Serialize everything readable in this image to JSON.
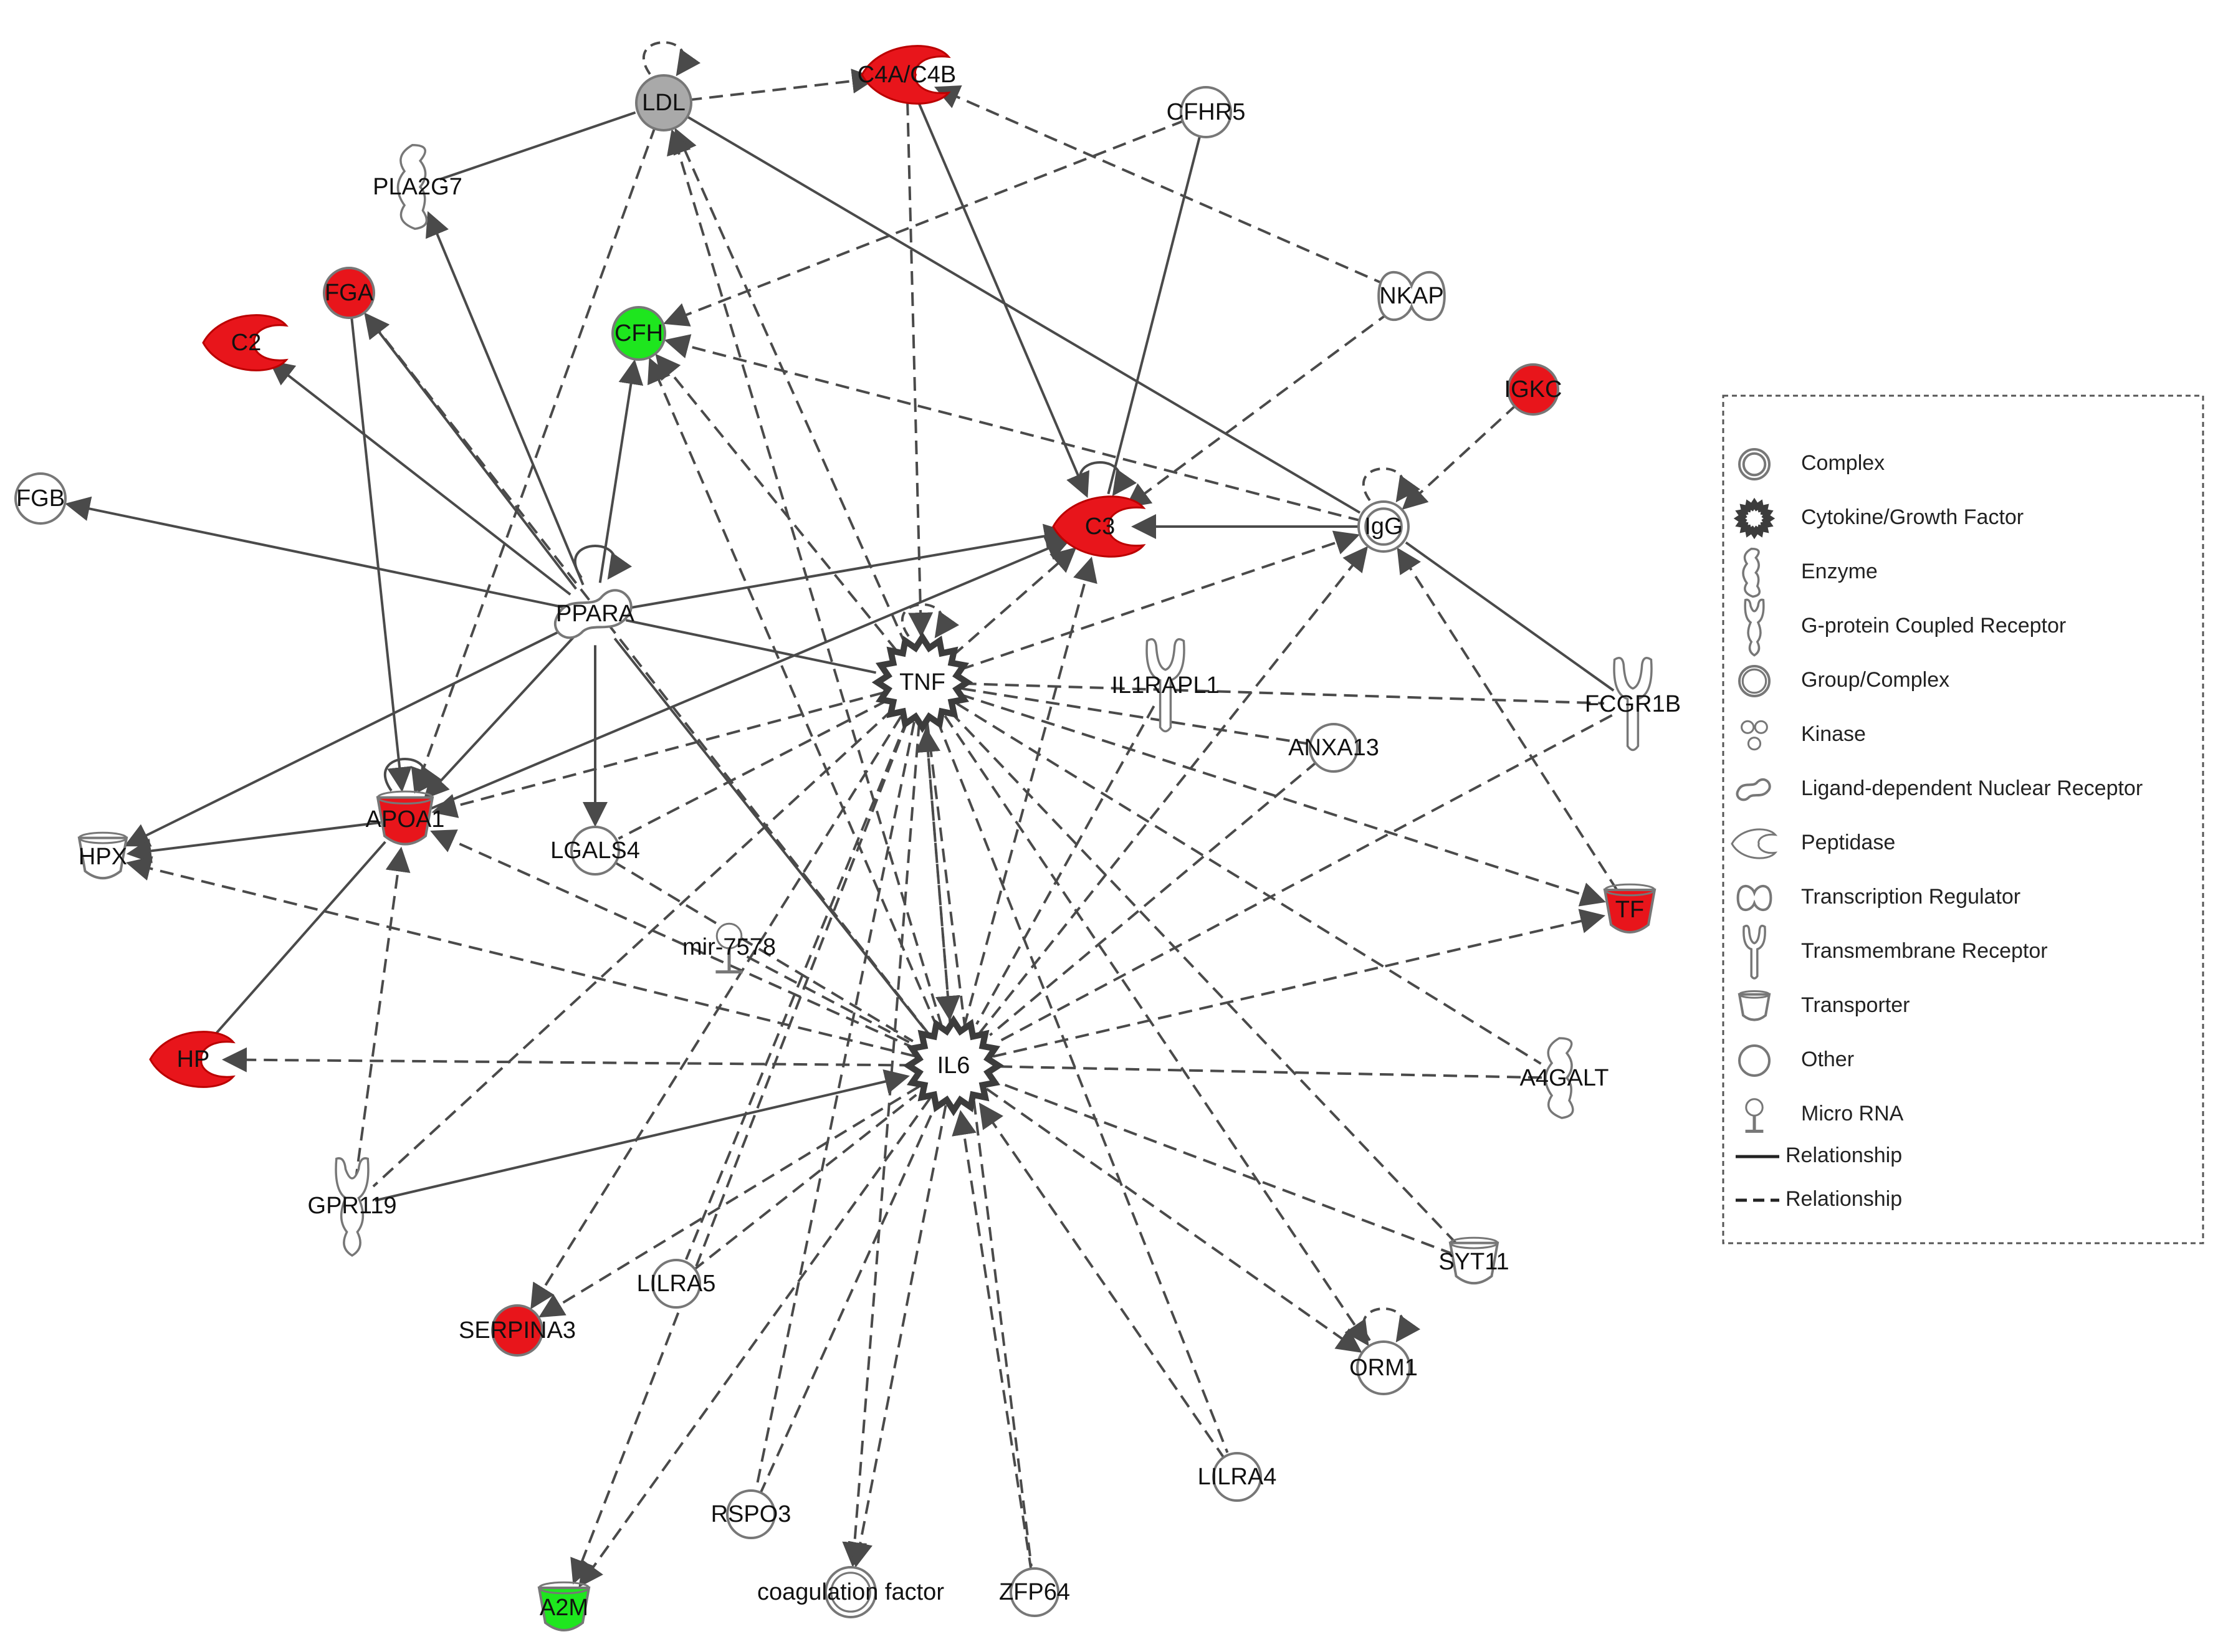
{
  "colors": {
    "up": "#e8151b",
    "down": "#1ee61e",
    "grey": "#a9a9a9",
    "none": "#ffffff",
    "edge": "#4a4a4a"
  },
  "nodes": [
    {
      "id": "LDL",
      "label": "LDL",
      "shape": "circle",
      "color": "grey"
    },
    {
      "id": "C4A",
      "label": "C4A/C4B",
      "shape": "peptidase",
      "color": "up"
    },
    {
      "id": "CFHR5",
      "label": "CFHR5",
      "shape": "circle",
      "color": "none"
    },
    {
      "id": "PLA2G7",
      "label": "PLA2G7",
      "shape": "enzyme",
      "color": "none"
    },
    {
      "id": "NKAP",
      "label": "NKAP",
      "shape": "transcription",
      "color": "none"
    },
    {
      "id": "FGA",
      "label": "FGA",
      "shape": "circle",
      "color": "up"
    },
    {
      "id": "C2",
      "label": "C2",
      "shape": "peptidase",
      "color": "up"
    },
    {
      "id": "CFH",
      "label": "CFH",
      "shape": "circle",
      "color": "down"
    },
    {
      "id": "IGKC",
      "label": "IGKC",
      "shape": "circle",
      "color": "up"
    },
    {
      "id": "FGB",
      "label": "FGB",
      "shape": "circle",
      "color": "none"
    },
    {
      "id": "C3",
      "label": "C3",
      "shape": "peptidase",
      "color": "up"
    },
    {
      "id": "IgG",
      "label": "IgG",
      "shape": "complex",
      "color": "none"
    },
    {
      "id": "PPARA",
      "label": "PPARA",
      "shape": "ligand",
      "color": "none"
    },
    {
      "id": "TNF",
      "label": "TNF",
      "shape": "cytokine",
      "color": "none"
    },
    {
      "id": "IL1RAPL1",
      "label": "IL1RAPL1",
      "shape": "transmembrane",
      "color": "none"
    },
    {
      "id": "FCGR1B",
      "label": "FCGR1B",
      "shape": "transmembrane",
      "color": "none"
    },
    {
      "id": "ANXA13",
      "label": "ANXA13",
      "shape": "circle",
      "color": "none"
    },
    {
      "id": "APOA1",
      "label": "APOA1",
      "shape": "transporter",
      "color": "up"
    },
    {
      "id": "HPX",
      "label": "HPX",
      "shape": "transporter",
      "color": "none"
    },
    {
      "id": "LGALS4",
      "label": "LGALS4",
      "shape": "circle",
      "color": "none"
    },
    {
      "id": "TF",
      "label": "TF",
      "shape": "transporter",
      "color": "up"
    },
    {
      "id": "mir7578",
      "label": "mir-7578",
      "shape": "mirna",
      "color": "none"
    },
    {
      "id": "HP",
      "label": "HP",
      "shape": "peptidase",
      "color": "up"
    },
    {
      "id": "IL6",
      "label": "IL6",
      "shape": "cytokine",
      "color": "none"
    },
    {
      "id": "A4GALT",
      "label": "A4GALT",
      "shape": "enzyme",
      "color": "none"
    },
    {
      "id": "GPR119",
      "label": "GPR119",
      "shape": "gpcr",
      "color": "none"
    },
    {
      "id": "SYT11",
      "label": "SYT11",
      "shape": "transporter",
      "color": "none"
    },
    {
      "id": "LILRA5",
      "label": "LILRA5",
      "shape": "circle",
      "color": "none"
    },
    {
      "id": "SERPINA3",
      "label": "SERPINA3",
      "shape": "circle",
      "color": "up"
    },
    {
      "id": "ORM1",
      "label": "ORM1",
      "shape": "circle",
      "color": "none"
    },
    {
      "id": "LILRA4",
      "label": "LILRA4",
      "shape": "circle",
      "color": "none"
    },
    {
      "id": "RSPO3",
      "label": "RSPO3",
      "shape": "circle",
      "color": "none"
    },
    {
      "id": "coag",
      "label": "coagulation factor",
      "shape": "group",
      "color": "none"
    },
    {
      "id": "ZFP64",
      "label": "ZFP64",
      "shape": "circle",
      "color": "none"
    },
    {
      "id": "A2M",
      "label": "A2M",
      "shape": "transporter",
      "color": "down"
    }
  ],
  "edges": [
    {
      "from": "LDL",
      "to": "C4A",
      "style": "dashed",
      "arrow": true
    },
    {
      "from": "PLA2G7",
      "to": "LDL",
      "style": "solid",
      "arrow": false
    },
    {
      "from": "LDL",
      "to": "APOA1",
      "style": "dashed",
      "arrow": true
    },
    {
      "from": "LDL",
      "to": "IgG",
      "style": "solid",
      "arrow": false
    },
    {
      "from": "TNF",
      "to": "LDL",
      "style": "dashed",
      "arrow": true
    },
    {
      "from": "IL6",
      "to": "LDL",
      "style": "dashed",
      "arrow": true
    },
    {
      "from": "NKAP",
      "to": "C4A",
      "style": "dashed",
      "arrow": true
    },
    {
      "from": "C4A",
      "to": "C3",
      "style": "solid",
      "arrow": true
    },
    {
      "from": "C4A",
      "to": "TNF",
      "style": "dashed",
      "arrow": true
    },
    {
      "from": "CFHR5",
      "to": "CFH",
      "style": "dashed",
      "arrow": true
    },
    {
      "from": "CFHR5",
      "to": "C3",
      "style": "solid",
      "arrow": false
    },
    {
      "from": "NKAP",
      "to": "C3",
      "style": "dashed",
      "arrow": true
    },
    {
      "from": "PPARA",
      "to": "PLA2G7",
      "style": "solid",
      "arrow": true
    },
    {
      "from": "PPARA",
      "to": "FGA",
      "style": "solid",
      "arrow": true
    },
    {
      "from": "PPARA",
      "to": "C2",
      "style": "solid",
      "arrow": true
    },
    {
      "from": "PPARA",
      "to": "CFH",
      "style": "solid",
      "arrow": true
    },
    {
      "from": "PPARA",
      "to": "FGB",
      "style": "solid",
      "arrow": true
    },
    {
      "from": "PPARA",
      "to": "C3",
      "style": "solid",
      "arrow": true
    },
    {
      "from": "PPARA",
      "to": "TNF",
      "style": "solid",
      "arrow": false
    },
    {
      "from": "PPARA",
      "to": "APOA1",
      "style": "solid",
      "arrow": true
    },
    {
      "from": "PPARA",
      "to": "HPX",
      "style": "solid",
      "arrow": true
    },
    {
      "from": "PPARA",
      "to": "LGALS4",
      "style": "solid",
      "arrow": true
    },
    {
      "from": "PPARA",
      "to": "IL6",
      "style": "solid",
      "arrow": false
    },
    {
      "from": "FGA",
      "to": "APOA1",
      "style": "solid",
      "arrow": true
    },
    {
      "from": "IL6",
      "to": "FGA",
      "style": "dashed",
      "arrow": true
    },
    {
      "from": "TNF",
      "to": "CFH",
      "style": "dashed",
      "arrow": true
    },
    {
      "from": "IL6",
      "to": "CFH",
      "style": "dashed",
      "arrow": true
    },
    {
      "from": "IgG",
      "to": "CFH",
      "style": "dashed",
      "arrow": true
    },
    {
      "from": "IGKC",
      "to": "IgG",
      "style": "dashed",
      "arrow": true
    },
    {
      "from": "IgG",
      "to": "C3",
      "style": "solid",
      "arrow": true
    },
    {
      "from": "FCGR1B",
      "to": "IgG",
      "style": "solid",
      "arrow": false
    },
    {
      "from": "TF",
      "to": "IgG",
      "style": "dashed",
      "arrow": true
    },
    {
      "from": "TNF",
      "to": "C3",
      "style": "dashed",
      "arrow": true
    },
    {
      "from": "IL6",
      "to": "C3",
      "style": "dashed",
      "arrow": true
    },
    {
      "from": "APOA1",
      "to": "C3",
      "style": "solid",
      "arrow": true
    },
    {
      "from": "TNF",
      "to": "IgG",
      "style": "dashed",
      "arrow": true
    },
    {
      "from": "IL6",
      "to": "IgG",
      "style": "dashed",
      "arrow": true
    },
    {
      "from": "TNF",
      "to": "APOA1",
      "style": "dashed",
      "arrow": true
    },
    {
      "from": "TNF",
      "to": "FCGR1B",
      "style": "dashed",
      "arrow": false
    },
    {
      "from": "TNF",
      "to": "ANXA13",
      "style": "dashed",
      "arrow": false
    },
    {
      "from": "TNF",
      "to": "TF",
      "style": "dashed",
      "arrow": true
    },
    {
      "from": "TNF",
      "to": "A4GALT",
      "style": "dashed",
      "arrow": false
    },
    {
      "from": "TNF",
      "to": "ORM1",
      "style": "dashed",
      "arrow": true
    },
    {
      "from": "TNF",
      "to": "SERPINA3",
      "style": "dashed",
      "arrow": true
    },
    {
      "from": "TNF",
      "to": "LGALS4",
      "style": "dashed",
      "arrow": false
    },
    {
      "from": "TNF",
      "to": "coag",
      "style": "dashed",
      "arrow": true
    },
    {
      "from": "TNF",
      "to": "A2M",
      "style": "dashed",
      "arrow": true
    },
    {
      "from": "TNF",
      "to": "ZFP64",
      "style": "dashed",
      "arrow": false
    },
    {
      "from": "TNF",
      "to": "LILRA4",
      "style": "dashed",
      "arrow": false
    },
    {
      "from": "TNF",
      "to": "RSPO3",
      "style": "dashed",
      "arrow": false
    },
    {
      "from": "TNF",
      "to": "LILRA5",
      "style": "dashed",
      "arrow": false
    },
    {
      "from": "TNF",
      "to": "SYT11",
      "style": "dashed",
      "arrow": false
    },
    {
      "from": "TNF",
      "to": "GPR119",
      "style": "dashed",
      "arrow": false
    },
    {
      "from": "IL6",
      "to": "TNF",
      "style": "dashed",
      "arrow": true
    },
    {
      "from": "TNF",
      "to": "IL6",
      "style": "dashed",
      "arrow": true
    },
    {
      "from": "APOA1",
      "to": "HPX",
      "style": "solid",
      "arrow": true
    },
    {
      "from": "HP",
      "to": "APOA1",
      "style": "solid",
      "arrow": false
    },
    {
      "from": "GPR119",
      "to": "APOA1",
      "style": "dashed",
      "arrow": true
    },
    {
      "from": "IL6",
      "to": "APOA1",
      "style": "dashed",
      "arrow": true
    },
    {
      "from": "IL6",
      "to": "HPX",
      "style": "dashed",
      "arrow": true
    },
    {
      "from": "IL6",
      "to": "HP",
      "style": "dashed",
      "arrow": true
    },
    {
      "from": "IL6",
      "to": "TF",
      "style": "dashed",
      "arrow": true
    },
    {
      "from": "FCGR1B",
      "to": "IL6",
      "style": "dashed",
      "arrow": false
    },
    {
      "from": "A4GALT",
      "to": "IL6",
      "style": "dashed",
      "arrow": false
    },
    {
      "from": "SYT11",
      "to": "IL6",
      "style": "dashed",
      "arrow": false
    },
    {
      "from": "IL6",
      "to": "ORM1",
      "style": "dashed",
      "arrow": true
    },
    {
      "from": "LILRA4",
      "to": "IL6",
      "style": "dashed",
      "arrow": true
    },
    {
      "from": "ZFP64",
      "to": "IL6",
      "style": "dashed",
      "arrow": true
    },
    {
      "from": "IL6",
      "to": "coag",
      "style": "dashed",
      "arrow": true
    },
    {
      "from": "RSPO3",
      "to": "IL6",
      "style": "dashed",
      "arrow": false
    },
    {
      "from": "LILRA5",
      "to": "IL6",
      "style": "dashed",
      "arrow": false
    },
    {
      "from": "IL6",
      "to": "SERPINA3",
      "style": "dashed",
      "arrow": true
    },
    {
      "from": "GPR119",
      "to": "IL6",
      "style": "solid",
      "arrow": true
    },
    {
      "from": "IL6",
      "to": "A2M",
      "style": "dashed",
      "arrow": true
    },
    {
      "from": "mir7578",
      "to": "IL6",
      "style": "dashed",
      "arrow": false
    },
    {
      "from": "LGALS4",
      "to": "IL6",
      "style": "dashed",
      "arrow": false
    },
    {
      "from": "IL1RAPL1",
      "to": "IL6",
      "style": "dashed",
      "arrow": false
    },
    {
      "from": "ANXA13",
      "to": "IL6",
      "style": "dashed",
      "arrow": false
    }
  ],
  "self_loops": [
    {
      "node": "LDL",
      "style": "dashed"
    },
    {
      "node": "C3",
      "style": "solid"
    },
    {
      "node": "IgG",
      "style": "dashed"
    },
    {
      "node": "PPARA",
      "style": "solid"
    },
    {
      "node": "TNF",
      "style": "dashed"
    },
    {
      "node": "APOA1",
      "style": "solid"
    },
    {
      "node": "ORM1",
      "style": "dashed"
    }
  ],
  "legend": {
    "items": [
      {
        "shape": "complex",
        "label": "Complex"
      },
      {
        "shape": "cytokine",
        "label": "Cytokine/Growth Factor"
      },
      {
        "shape": "enzyme",
        "label": "Enzyme"
      },
      {
        "shape": "gpcr",
        "label": "G-protein Coupled Receptor"
      },
      {
        "shape": "group",
        "label": "Group/Complex"
      },
      {
        "shape": "kinase",
        "label": "Kinase"
      },
      {
        "shape": "ligand",
        "label": "Ligand-dependent Nuclear Receptor"
      },
      {
        "shape": "peptidase",
        "label": "Peptidase"
      },
      {
        "shape": "transcription",
        "label": "Transcription Regulator"
      },
      {
        "shape": "transmembrane",
        "label": "Transmembrane Receptor"
      },
      {
        "shape": "transporter",
        "label": "Transporter"
      },
      {
        "shape": "circle",
        "label": "Other"
      },
      {
        "shape": "mirna",
        "label": "Micro RNA"
      }
    ],
    "lines": [
      {
        "style": "solid",
        "label": "Relationship"
      },
      {
        "style": "dashed",
        "label": "Relationship"
      }
    ]
  }
}
